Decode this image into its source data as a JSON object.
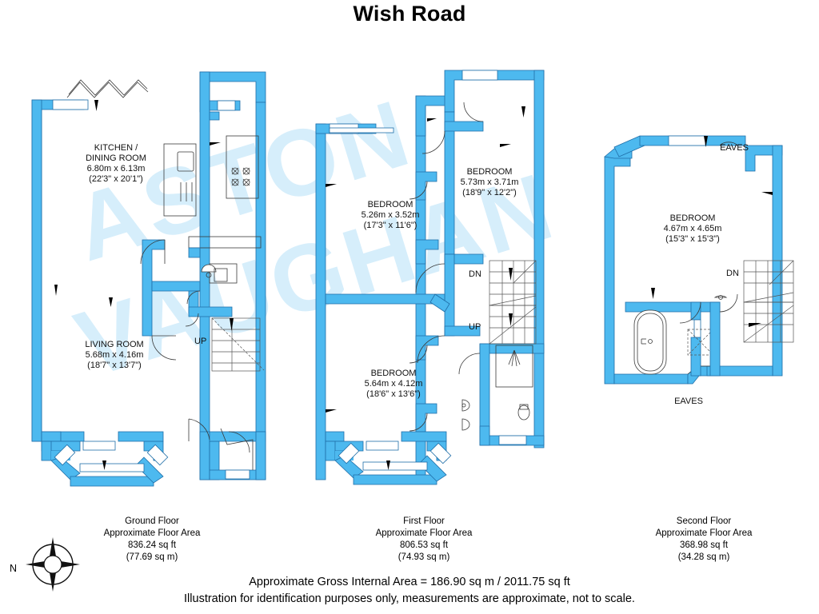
{
  "title": "Wish Road",
  "watermark": {
    "line1": "ASTON",
    "line2": "VAUGHAN"
  },
  "colors": {
    "wall": "#4db9ef",
    "wall_outline": "#1f6ea8",
    "watermark": "#d6eefb",
    "text": "#000000"
  },
  "compass": {
    "label": "N",
    "icon": "compass-rose-icon"
  },
  "floors": [
    {
      "id": "ground",
      "name": "Ground Floor",
      "area_line1": "Approximate Floor Area",
      "area_sqft": "836.24 sq ft",
      "area_sqm": "(77.69 sq m)",
      "rooms": [
        {
          "name": "KITCHEN /",
          "name2": "DINING ROOM",
          "dim_m": "6.80m x 6.13m",
          "dim_ft": "(22'3\" x 20'1\")"
        },
        {
          "name": "LIVING ROOM",
          "name2": "",
          "dim_m": "5.68m x 4.16m",
          "dim_ft": "(18'7\" x 13'7\")"
        }
      ],
      "stair_labels": [
        "UP"
      ]
    },
    {
      "id": "first",
      "name": "First Floor",
      "area_line1": "Approximate Floor Area",
      "area_sqft": "806.53 sq ft",
      "area_sqm": "(74.93 sq m)",
      "rooms": [
        {
          "name": "BEDROOM",
          "name2": "",
          "dim_m": "5.26m x 3.52m",
          "dim_ft": "(17'3\" x 11'6\")"
        },
        {
          "name": "BEDROOM",
          "name2": "",
          "dim_m": "5.73m x 3.71m",
          "dim_ft": "(18'9\" x 12'2\")"
        },
        {
          "name": "BEDROOM",
          "name2": "",
          "dim_m": "5.64m x 4.12m",
          "dim_ft": "(18'6\" x 13'6\")"
        }
      ],
      "stair_labels": [
        "DN",
        "UP"
      ]
    },
    {
      "id": "second",
      "name": "Second Floor",
      "area_line1": "Approximate Floor Area",
      "area_sqft": "368.98 sq ft",
      "area_sqm": "(34.28 sq m)",
      "rooms": [
        {
          "name": "BEDROOM",
          "name2": "",
          "dim_m": "4.67m x 4.65m",
          "dim_ft": "(15'3\" x 15'3\")"
        }
      ],
      "stair_labels": [
        "DN"
      ],
      "eaves": [
        "EAVES",
        "EAVES"
      ]
    }
  ],
  "footer": {
    "line1": "Approximate Gross Internal Area = 186.90 sq m / 2011.75 sq ft",
    "line2": "Illustration for identification purposes only, measurements are approximate, not to scale."
  }
}
